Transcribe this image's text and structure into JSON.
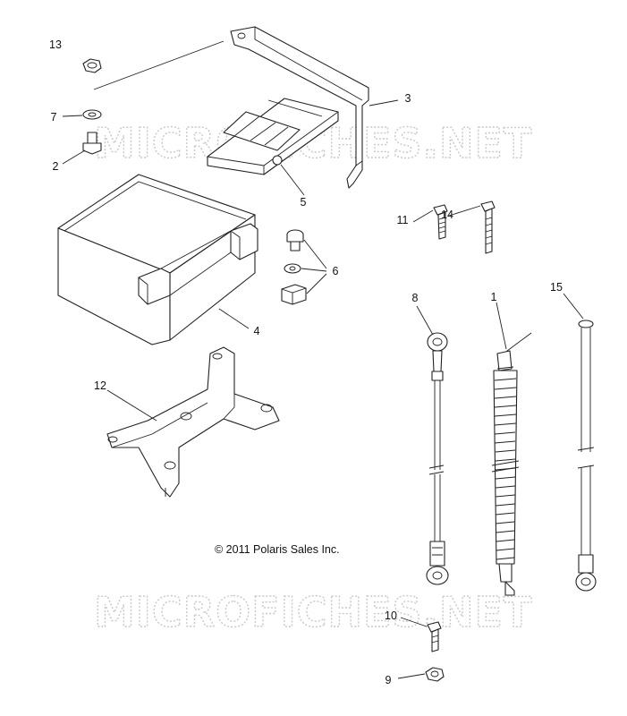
{
  "watermark": "MICROFICHES.NET",
  "copyright": "© 2011 Polaris Sales Inc.",
  "callouts": {
    "c1": "1",
    "c2": "2",
    "c3": "3",
    "c4": "4",
    "c5": "5",
    "c6": "6",
    "c7": "7",
    "c8": "8",
    "c9": "9",
    "c10": "10",
    "c11": "11",
    "c12": "12",
    "c13": "13",
    "c14": "14",
    "c15": "15"
  }
}
